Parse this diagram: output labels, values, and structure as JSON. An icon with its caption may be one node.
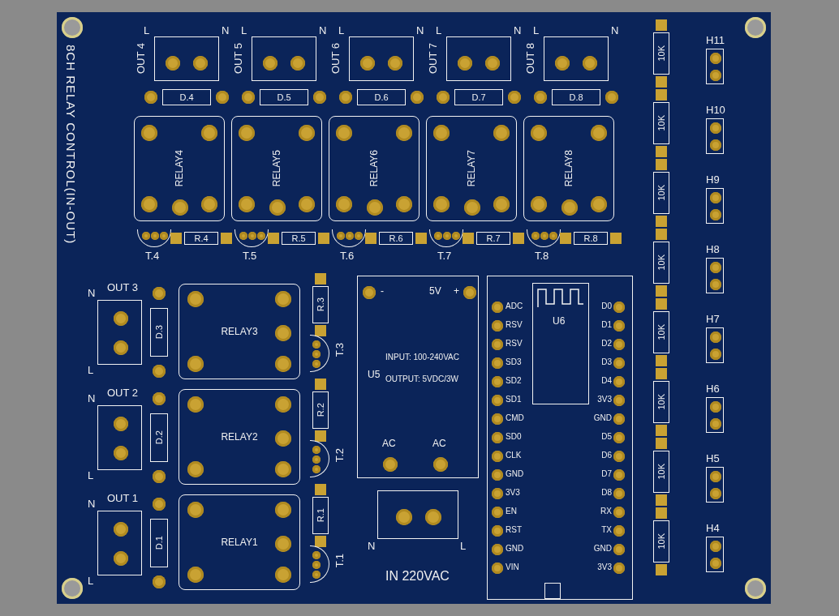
{
  "diagram": {
    "title": "8CH RELAY CONTROL(IN-OUT)",
    "nodes": [
      {
        "text": [],
        "shape": "box",
        "beside": [
          "OUT 4",
          "L",
          "N"
        ]
      },
      {
        "text": [],
        "shape": "box",
        "beside": [
          "OUT 5",
          "L",
          "N"
        ]
      },
      {
        "text": [],
        "shape": "box",
        "beside": [
          "OUT 6",
          "L",
          "N"
        ]
      },
      {
        "text": [],
        "shape": "box",
        "beside": [
          "OUT 7",
          "L",
          "N"
        ]
      },
      {
        "text": [],
        "shape": "box",
        "beside": [
          "OUT 8",
          "L",
          "N"
        ]
      },
      {
        "text": [
          "D.4"
        ]
      },
      {
        "text": [
          "D.5"
        ]
      },
      {
        "text": [
          "D.6"
        ]
      },
      {
        "text": [
          "D.7"
        ]
      },
      {
        "text": [
          "D.8"
        ]
      },
      {
        "text": [
          "RELAY4"
        ]
      },
      {
        "text": [
          "RELAY5"
        ]
      },
      {
        "text": [
          "RELAY6"
        ]
      },
      {
        "text": [
          "RELAY7"
        ]
      },
      {
        "text": [
          "RELAY8"
        ]
      },
      {
        "text": [],
        "shape": "semicircle",
        "beside": [
          "T.4"
        ]
      },
      {
        "text": [
          "R.4"
        ]
      },
      {
        "text": [],
        "shape": "semicircle",
        "beside": [
          "T.5"
        ]
      },
      {
        "text": [
          "R.5"
        ]
      },
      {
        "text": [],
        "shape": "semicircle",
        "beside": [
          "T.6"
        ]
      },
      {
        "text": [
          "R.6"
        ]
      },
      {
        "text": [],
        "shape": "semicircle",
        "beside": [
          "T.7"
        ]
      },
      {
        "text": [
          "R.7"
        ]
      },
      {
        "text": [],
        "shape": "semicircle",
        "beside": [
          "T.8"
        ]
      },
      {
        "text": [
          "R.8"
        ]
      },
      {
        "text": [
          "10K"
        ]
      },
      {
        "text": [
          "10K"
        ]
      },
      {
        "text": [
          "10K"
        ]
      },
      {
        "text": [
          "10K"
        ]
      },
      {
        "text": [
          "10K"
        ]
      },
      {
        "text": [
          "10K"
        ]
      },
      {
        "text": [
          "10K"
        ]
      },
      {
        "text": [
          "10K"
        ]
      },
      {
        "text": [],
        "shape": "box",
        "beside": [
          "H11"
        ]
      },
      {
        "text": [],
        "shape": "box",
        "beside": [
          "H10"
        ]
      },
      {
        "text": [],
        "shape": "box",
        "beside": [
          "H9"
        ]
      },
      {
        "text": [],
        "shape": "box",
        "beside": [
          "H8"
        ]
      },
      {
        "text": [],
        "shape": "box",
        "beside": [
          "H7"
        ]
      },
      {
        "text": [],
        "shape": "box",
        "beside": [
          "H6"
        ]
      },
      {
        "text": [],
        "shape": "box",
        "beside": [
          "H5"
        ]
      },
      {
        "text": [],
        "shape": "box",
        "beside": [
          "H4"
        ]
      },
      {
        "text": [],
        "shape": "box",
        "beside": [
          "OUT 3",
          "N",
          "L"
        ]
      },
      {
        "text": [
          "D.3"
        ]
      },
      {
        "text": [
          "RELAY3"
        ]
      },
      {
        "text": [
          "R.3"
        ]
      },
      {
        "text": [],
        "shape": "semicircle",
        "beside": [
          "T.3"
        ]
      },
      {
        "text": [],
        "shape": "box",
        "beside": [
          "OUT 2",
          "N",
          "L"
        ]
      },
      {
        "text": [
          "D.2"
        ]
      },
      {
        "text": [
          "RELAY2"
        ]
      },
      {
        "text": [
          "R.2"
        ]
      },
      {
        "text": [],
        "shape": "semicircle",
        "beside": [
          "T.2"
        ]
      },
      {
        "text": [],
        "shape": "box",
        "beside": [
          "OUT 1",
          "N",
          "L"
        ]
      },
      {
        "text": [
          "D.1"
        ]
      },
      {
        "text": [
          "RELAY1"
        ]
      },
      {
        "text": [
          "R.1"
        ]
      },
      {
        "text": [],
        "shape": "semicircle",
        "beside": [
          "T.1"
        ]
      },
      {
        "text": [
          "-",
          "5V",
          "+",
          "U5",
          "INPUT: 100-240VAC",
          "OUTPUT: 5VDC/3W",
          "AC",
          "AC"
        ]
      },
      {
        "text": [],
        "shape": "box",
        "beside": [
          "N",
          "L"
        ]
      },
      {
        "text": [
          "ADC",
          "RSV",
          "RSV",
          "SD3",
          "SD2",
          "SD1",
          "CMD",
          "SD0",
          "CLK",
          "GND",
          "3V3",
          "EN",
          "RST",
          "GND",
          "VIN",
          "D0",
          "D1",
          "D2",
          "D3",
          "D4",
          "3V3",
          "GND",
          "D5",
          "D6",
          "D7",
          "D8",
          "RX",
          "TX",
          "GND",
          "3V3"
        ]
      },
      {
        "text": [
          "U6"
        ],
        "in": 58
      }
    ],
    "labels": [
      "IN 220VAC"
    ]
  }
}
